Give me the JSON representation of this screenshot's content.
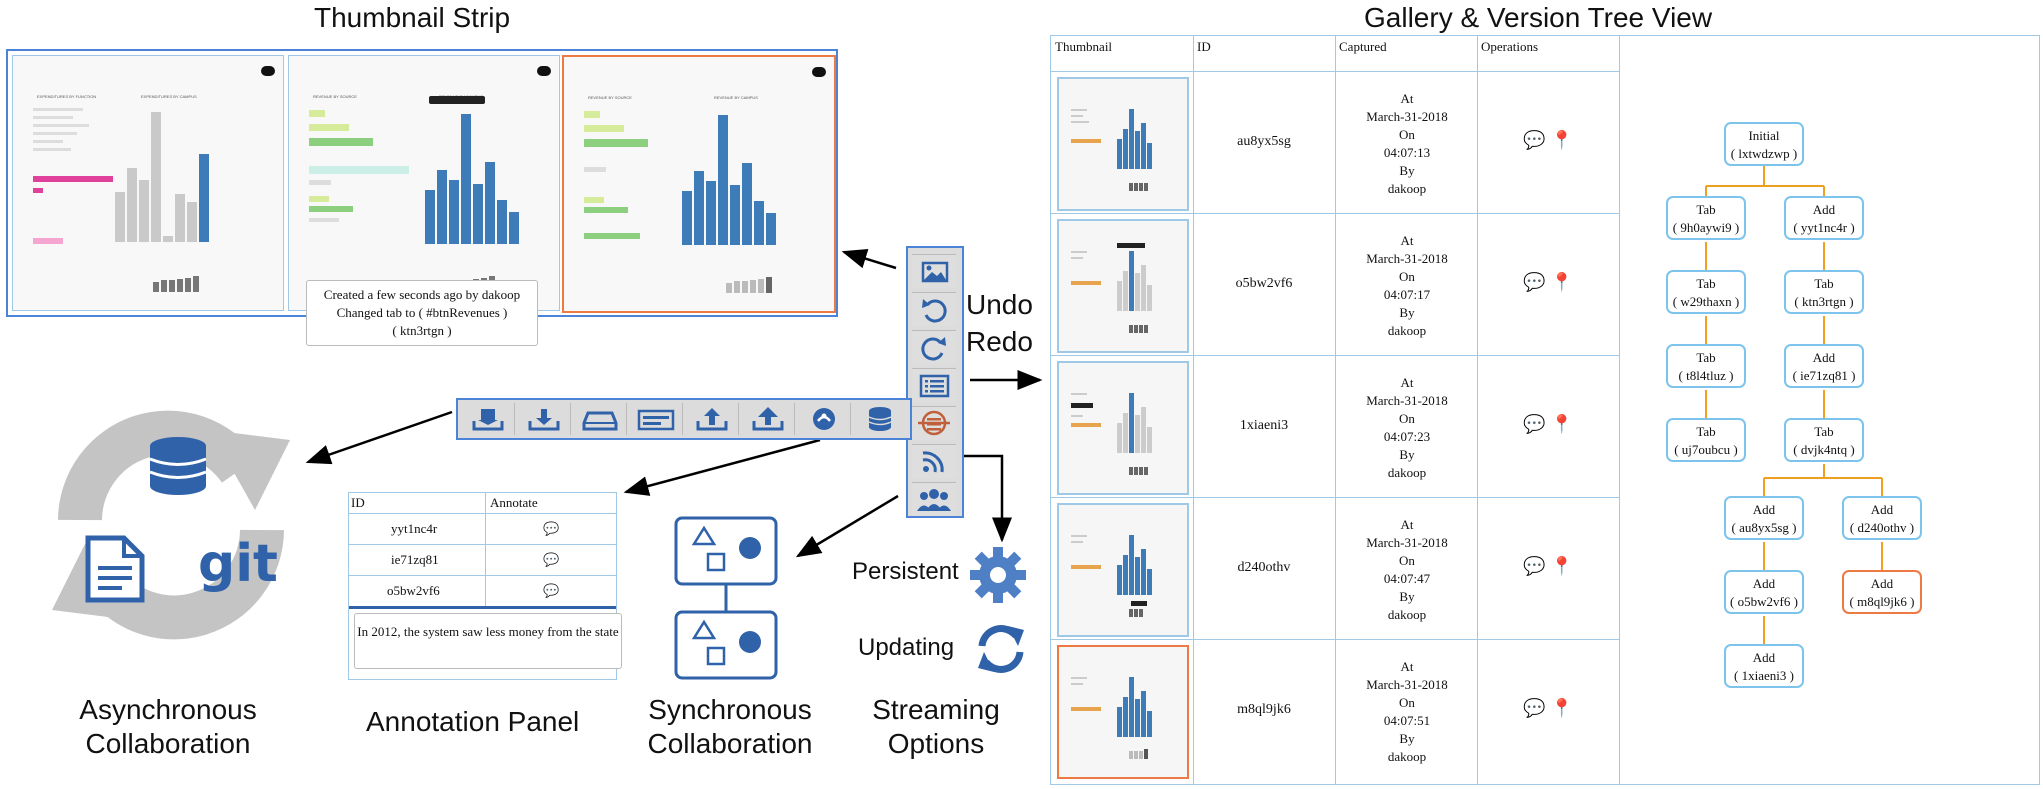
{
  "titles": {
    "strip": "Thumbnail Strip",
    "gallery": "Gallery & Version Tree View"
  },
  "tooltip": {
    "line1": "Created a few seconds ago by dakoop",
    "line2": "Changed tab to ( #btnRevenues )",
    "line3": "( ktn3rtgn )"
  },
  "labels": {
    "undo": "Undo",
    "redo": "Redo",
    "persistent": "Persistent",
    "updating": "Updating",
    "streaming_1": "Streaming",
    "streaming_2": "Options",
    "async_1": "Asynchronous",
    "async_2": "Collaboration",
    "annotation_panel": "Annotation Panel",
    "sync_1": "Synchronous",
    "sync_2": "Collaboration",
    "git": "git"
  },
  "mini_thumbs": [
    {
      "left": "EXPENDITURES BY FUNCTION",
      "right": "EXPENDITURES BY CAMPUS"
    },
    {
      "left": "REVENUE BY SOURCE",
      "right": "REVENUE BY CAMPUS"
    },
    {
      "left": "REVENUE BY SOURCE",
      "right": "REVENUE BY CAMPUS"
    }
  ],
  "annotation": {
    "headers": [
      "ID",
      "Annotate"
    ],
    "rows": [
      {
        "id": "yyt1nc4r"
      },
      {
        "id": "ie71zq81"
      },
      {
        "id": "o5bw2vf6"
      }
    ],
    "note": "In 2012, the system saw less money from the state"
  },
  "gallery": {
    "headers": [
      "Thumbnail",
      "ID",
      "Captured",
      "Operations"
    ],
    "rows": [
      {
        "id": "au8yx5sg",
        "at": "At",
        "date": "March-31-2018",
        "on": "On",
        "time": "04:07:13",
        "by": "By",
        "user": "dakoop"
      },
      {
        "id": "o5bw2vf6",
        "at": "At",
        "date": "March-31-2018",
        "on": "On",
        "time": "04:07:17",
        "by": "By",
        "user": "dakoop"
      },
      {
        "id": "1xiaeni3",
        "at": "At",
        "date": "March-31-2018",
        "on": "On",
        "time": "04:07:23",
        "by": "By",
        "user": "dakoop"
      },
      {
        "id": "d240othv",
        "at": "At",
        "date": "March-31-2018",
        "on": "On",
        "time": "04:07:47",
        "by": "By",
        "user": "dakoop"
      },
      {
        "id": "m8ql9jk6",
        "at": "At",
        "date": "March-31-2018",
        "on": "On",
        "time": "04:07:51",
        "by": "By",
        "user": "dakoop"
      }
    ]
  },
  "tree": [
    {
      "label": "Initial",
      "id": "( lxtwdzwp )"
    },
    {
      "label": "Tab",
      "id": "( 9h0aywi9 )"
    },
    {
      "label": "Add",
      "id": "( yyt1nc4r )"
    },
    {
      "label": "Tab",
      "id": "( w29thaxn )"
    },
    {
      "label": "Tab",
      "id": "( ktn3rtgn )"
    },
    {
      "label": "Tab",
      "id": "( t8l4tluz )"
    },
    {
      "label": "Add",
      "id": "( ie71zq81 )"
    },
    {
      "label": "Tab",
      "id": "( uj7oubcu )"
    },
    {
      "label": "Tab",
      "id": "( dvjk4ntq )"
    },
    {
      "label": "Add",
      "id": "( au8yx5sg )"
    },
    {
      "label": "Add",
      "id": "( d240othv )"
    },
    {
      "label": "Add",
      "id": "( o5bw2vf6 )"
    },
    {
      "label": "Add",
      "id": "( m8ql9jk6 )"
    },
    {
      "label": "Add",
      "id": "( 1xiaeni3 )"
    }
  ],
  "colors": {
    "accent_blue": "#4b84d6",
    "light_blue": "#7cc4ec",
    "selected_orange": "#ee7a43",
    "tree_edge": "#f0a020",
    "icon_gray": "#c4c4c4",
    "icon_blue": "#2f62a8"
  },
  "icons": {
    "vertical_toolbar": [
      "image-icon",
      "undo-icon",
      "redo-icon",
      "list-icon",
      "no-stream-icon",
      "rss-icon",
      "users-icon"
    ],
    "horizontal_toolbar": [
      "save-to-db-icon",
      "load-from-db-icon",
      "drive-icon",
      "rename-icon",
      "export-icon",
      "upload-icon",
      "share-icon",
      "database-icon"
    ],
    "operations": [
      "comment-icon",
      "location-pin-icon"
    ]
  }
}
